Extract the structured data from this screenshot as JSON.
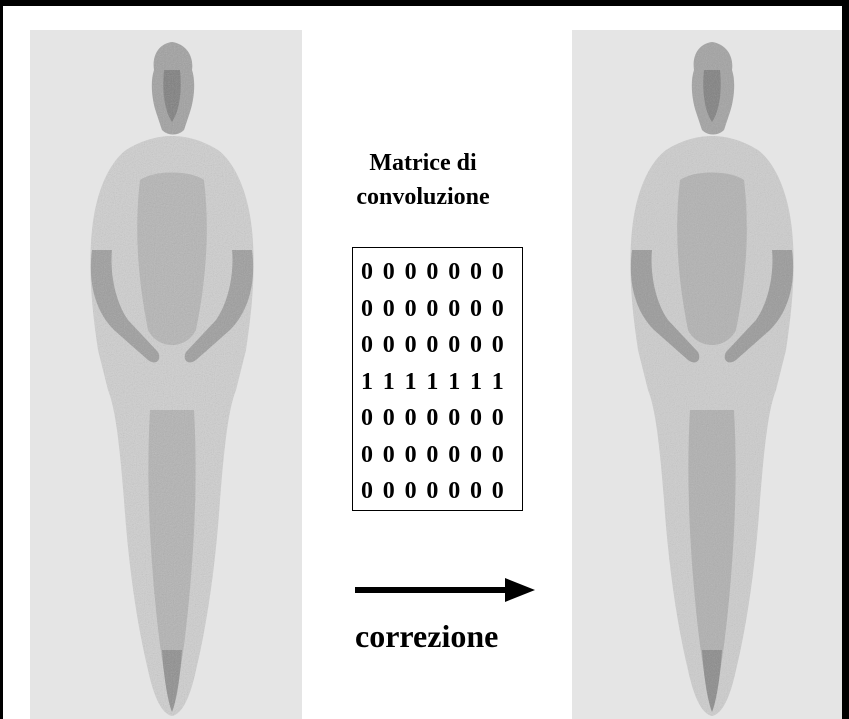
{
  "title": {
    "line1": "Matrice di",
    "line2": "convoluzione"
  },
  "matrix": [
    [
      "0",
      "0",
      "0",
      "0",
      "0",
      "0",
      "0"
    ],
    [
      "0",
      "0",
      "0",
      "0",
      "0",
      "0",
      "0"
    ],
    [
      "0",
      "0",
      "0",
      "0",
      "0",
      "0",
      "0"
    ],
    [
      "1",
      "1",
      "1",
      "1",
      "1",
      "1",
      "1"
    ],
    [
      "0",
      "0",
      "0",
      "0",
      "0",
      "0",
      "0"
    ],
    [
      "0",
      "0",
      "0",
      "0",
      "0",
      "0",
      "0"
    ],
    [
      "0",
      "0",
      "0",
      "0",
      "0",
      "0",
      "0"
    ]
  ],
  "caption": "correzione",
  "colors": {
    "panel_bg": "#e5e5e5",
    "figure_light": "#c9c9c9",
    "figure_mid": "#a8a8a8",
    "figure_dark": "#7a7a7a"
  },
  "images": {
    "left": "shroud-figure-original",
    "right": "shroud-figure-corrected"
  }
}
